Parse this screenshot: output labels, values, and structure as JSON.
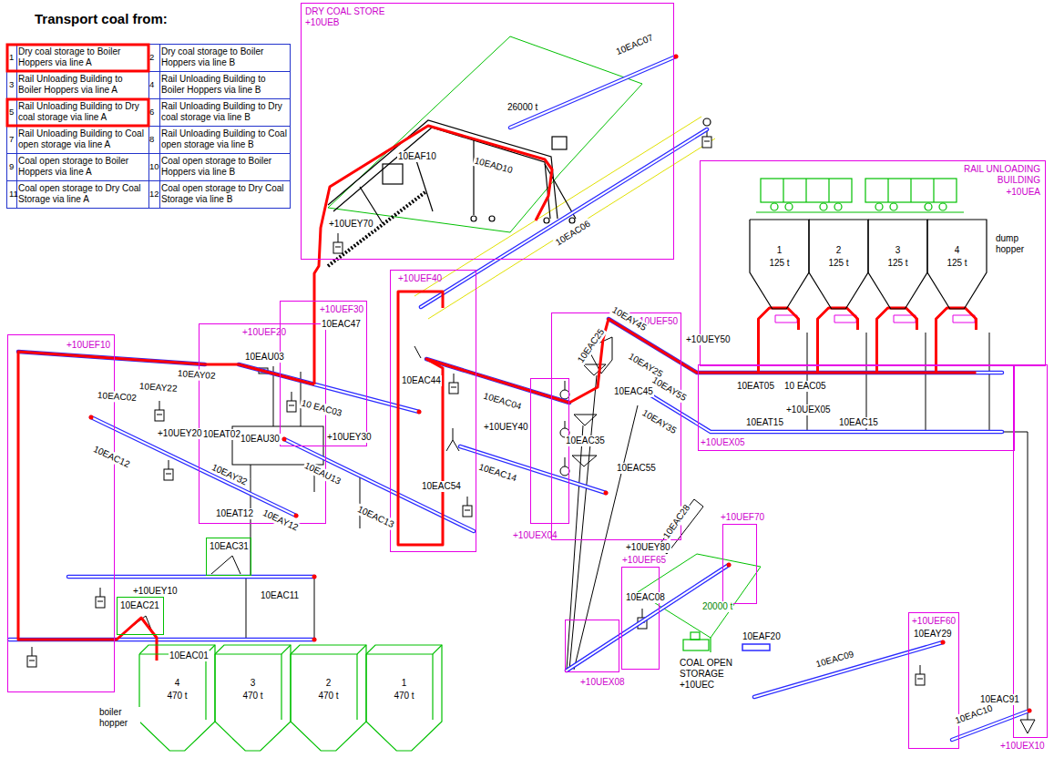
{
  "diagram": {
    "title": "Transport coal from:",
    "nodes": [
      {
        "text": [
          "DRY COAL STORE",
          "+10UEB"
        ]
      },
      {
        "text": [
          "RAIL UNLOADING BUILDING",
          "+10UEA"
        ]
      },
      {
        "text": [
          "1",
          "125 t"
        ],
        "in": 1
      },
      {
        "text": [
          "2",
          "125 t"
        ],
        "in": 1
      },
      {
        "text": [
          "3",
          "125 t"
        ],
        "in": 1
      },
      {
        "text": [
          "4",
          "125 t"
        ],
        "in": 1
      },
      {
        "text": [
          "+10UEF40"
        ]
      },
      {
        "text": [
          "+10UEF30"
        ]
      },
      {
        "text": [
          "+10UEF50"
        ]
      },
      {
        "text": [
          "+10UEF10"
        ]
      },
      {
        "text": [
          "+10UEF20"
        ]
      },
      {
        "text": [
          "+10UEX04"
        ]
      },
      {
        "text": [
          "+10UEX05"
        ]
      },
      {
        "text": [
          "+10UEF70"
        ]
      },
      {
        "text": [
          "10EAC31"
        ]
      },
      {
        "text": [
          "+10UEF65"
        ]
      },
      {
        "text": [
          "10EAC21"
        ]
      },
      {
        "text": [
          "+10UEF60"
        ]
      },
      {
        "text": [
          "+10UEX08"
        ]
      },
      {
        "text": [
          "4",
          "470 t"
        ]
      },
      {
        "text": [
          "3",
          "470 t"
        ]
      },
      {
        "text": [
          "2",
          "470 t"
        ]
      },
      {
        "text": [
          "1",
          "470 t"
        ]
      },
      {
        "text": [
          "+10UEX10"
        ]
      }
    ],
    "labels": [
      "1",
      "Dry coal storage to Boiler Hoppers via line A",
      "2",
      "Dry coal storage to Boiler Hoppers via line B",
      "3",
      "Rail Unloading Building to Boiler Hoppers via line A",
      "4",
      "Rail Unloading Building to Boiler Hoppers via line B",
      "5",
      "Rail Unloading Building to Dry coal storage via line A",
      "6",
      "Rail Unloading Building to Dry coal storage via line B",
      "7",
      "Rail Unloading Building to Coal open storage via line A",
      "8",
      "Rail Unloading Building to Coal open storage via line B",
      "9",
      "Coal open storage to Boiler Hoppers via line A",
      "10",
      "Coal open storage to Boiler Hoppers via line B",
      "11",
      "Coal open storage to Dry Coal Storage via line A",
      "12",
      "Coal open storage to Dry Coal Storage via line B",
      "10EAC07",
      "26000 t",
      "10EAF10",
      "10EAD10",
      "10EAC06",
      "+10UEY70",
      "10EAC47",
      "10EAU03",
      "10EAY02",
      "10EAY22",
      "10EAC02",
      "+10UEY20",
      "10EAT02",
      "10 EAC03",
      "10EAU30",
      "+10UEY30",
      "10EAU13",
      "10EAC12",
      "10EAY32",
      "10EAY12",
      "10EAT12",
      "10EAC13",
      "10EAC44",
      "10EAC04",
      "+10UEY40",
      "10EAC54",
      "10EAC14",
      "10EAY45",
      "10EAY25",
      "10EAC25",
      "10EAC45",
      "10EAY55",
      "10EAY35",
      "10EAC35",
      "10EAC55",
      "+10UEY50",
      "10EAT05",
      "10 EAC05",
      "+10UEX05",
      "10EAT15",
      "10EAC15",
      "dump hopper",
      "+10UEY10",
      "10EAC11",
      "10EAC01",
      "boiler hopper",
      "+10UEY80",
      "10EAC28",
      "10EAC08",
      "20000 t",
      "COAL OPEN STORAGE",
      "+10UEC",
      "10EAF20",
      "10EAC09",
      "10EAY29",
      "10EAC91",
      "10EAC10"
    ]
  }
}
